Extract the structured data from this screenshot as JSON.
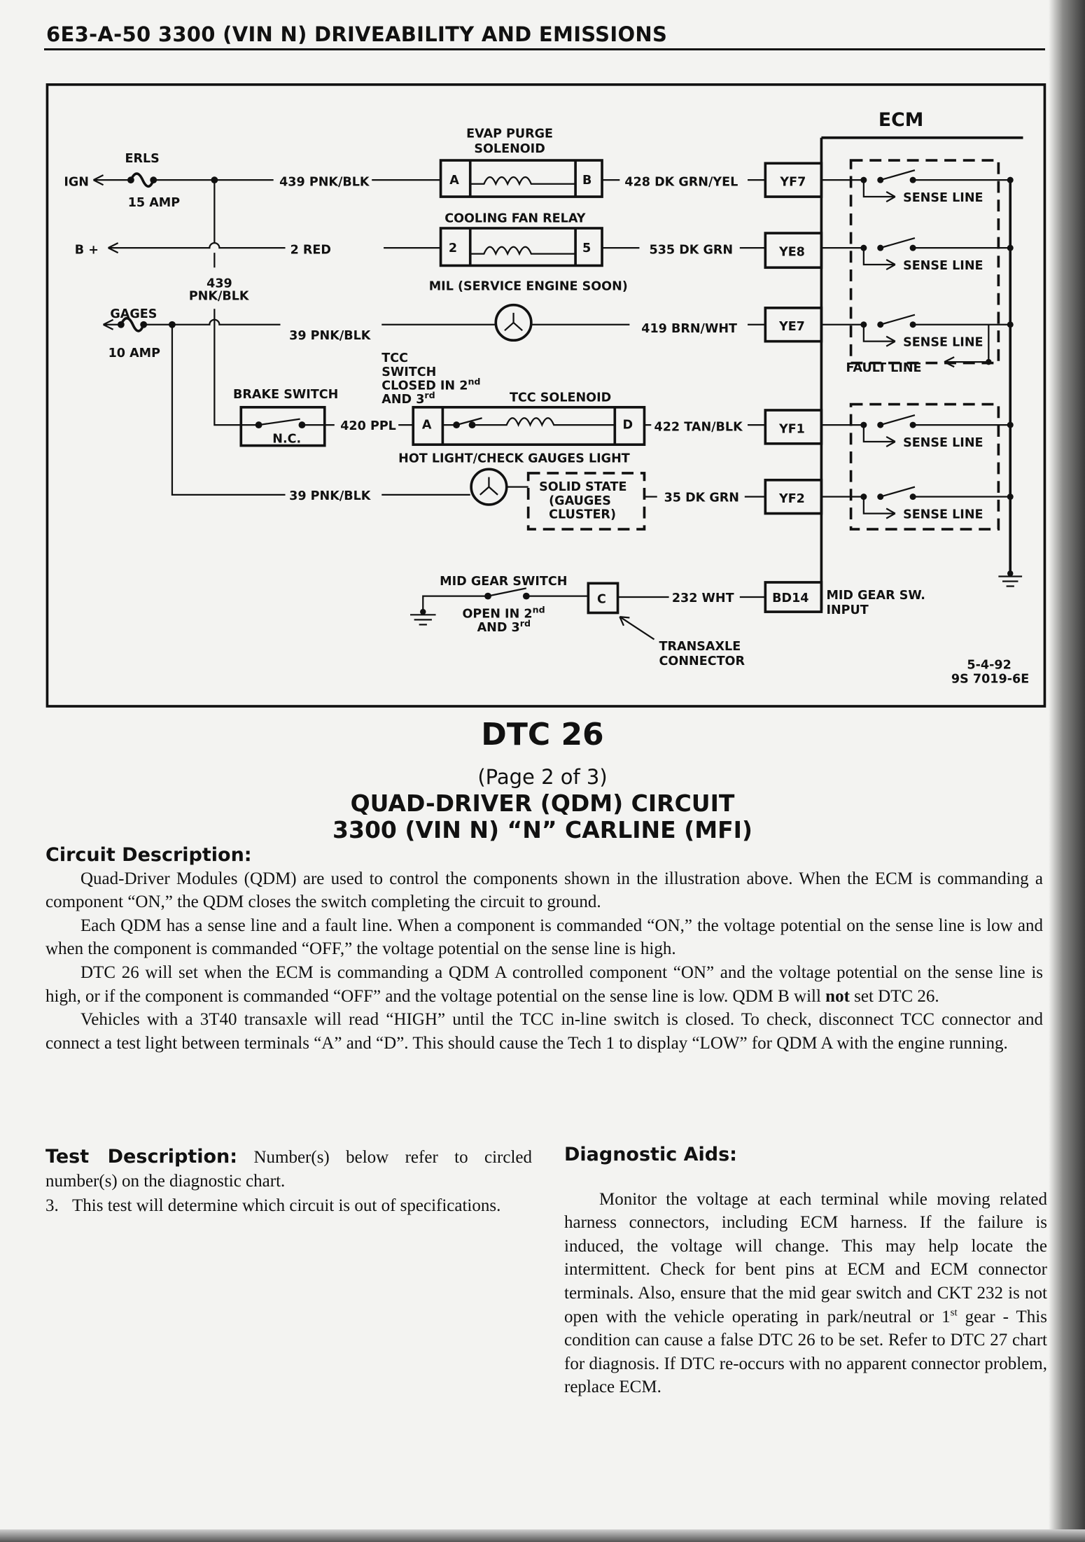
{
  "header": {
    "title": "6E3-A-50  3300 (VIN N)  DRIVEABILITY AND EMISSIONS"
  },
  "diagram": {
    "ign": "IGN",
    "erls": "ERLS",
    "amp15": "15 AMP",
    "w439_top": "439 PNK/BLK",
    "evap1": "EVAP PURGE",
    "evap2": "SOLENOID",
    "evap_a": "A",
    "evap_b": "B",
    "w428": "428 DK GRN/YEL",
    "yf7": "YF7",
    "fan_label": "COOLING FAN RELAY",
    "fan_2": "2",
    "fan_5": "5",
    "bplus": "B +",
    "w2red": "2 RED",
    "w535": "535 DK GRN",
    "ye8": "YE8",
    "w439a": "439",
    "w439b": "PNK/BLK",
    "mil_label": "MIL (SERVICE ENGINE SOON)",
    "gages": "GAGES",
    "amp10": "10 AMP",
    "w39a": "39 PNK/BLK",
    "w419": "419 BRN/WHT",
    "ye7": "YE7",
    "tcc1": "TCC",
    "tcc2": "SWITCH",
    "tcc3": {
      "text": "CLOSED IN 2",
      "sup": "nd"
    },
    "tcc4": {
      "text": "AND 3",
      "sup": "rd"
    },
    "brake": "BRAKE SWITCH",
    "nc": "N.C.",
    "w420": "420 PPL",
    "tcc_sol": "TCC SOLENOID",
    "tcc_a": "A",
    "tcc_d": "D",
    "w422": "422 TAN/BLK",
    "yf1": "YF1",
    "hot_label": "HOT LIGHT/CHECK GAUGES LIGHT",
    "w39b": "39 PNK/BLK",
    "ss1": "SOLID STATE",
    "ss2": "(GAUGES",
    "ss3": "CLUSTER)",
    "w35": "35 DK GRN",
    "yf2": "YF2",
    "ecm": "ECM",
    "sense": "SENSE LINE",
    "fault": "FAULT LINE",
    "mid_label": "MID GEAR SWITCH",
    "open1": {
      "text": "OPEN IN 2",
      "sup": "nd"
    },
    "open2": {
      "text": "AND 3",
      "sup": "rd"
    },
    "conn_c": "C",
    "w232": "232 WHT",
    "bd14": "BD14",
    "midin1": "MID GEAR SW.",
    "midin2": "INPUT",
    "trans1": "TRANSAXLE",
    "trans2": "CONNECTOR",
    "date": "5-4-92",
    "fig": "9S 7019-6E"
  },
  "titles": {
    "dtc": "DTC 26",
    "page": "(Page 2 of 3)",
    "line1": "QUAD-DRIVER (QDM) CIRCUIT",
    "line2": "3300  (VIN N)  “N”  CARLINE  (MFI)"
  },
  "circuit": {
    "heading": "Circuit Description:",
    "p1": "Quad-Driver Modules (QDM) are used to control the components shown in the illustration above.  When the ECM is commanding a component “ON,” the QDM closes the switch completing the circuit to ground.",
    "p2": "Each QDM has a sense line and a fault line.  When a component is commanded “ON,” the voltage potential on the sense line is low and when the component is commanded “OFF,” the voltage potential on the sense line is high.",
    "p3a": "DTC 26 will set when the ECM is commanding a QDM A controlled component “ON” and the voltage potential on the sense line is high, or if the component is commanded “OFF” and the voltage potential on the sense line is low.  QDM B will ",
    "p3b": "not",
    "p3c": " set DTC 26.",
    "p4": "Vehicles with a 3T40 transaxle will read “HIGH” until the TCC in-line switch is closed.  To check, disconnect TCC connector and connect a test light between terminals “A” and “D”.  This should cause the Tech 1 to display “LOW” for QDM A with the engine running."
  },
  "test": {
    "heading": "Test Description:",
    "intro": " Number(s) below refer to circled number(s) on the diagnostic chart.",
    "item_num": "3.",
    "item": "This test will determine which circuit is out of specifications."
  },
  "aids": {
    "heading": "Diagnostic Aids:",
    "text_a": "Monitor the voltage at each terminal while moving related harness connectors, including ECM harness.  If the failure is induced, the voltage will change.  This may help locate the intermittent.  Check for bent pins at ECM and ECM connector terminals.  Also, ensure that the mid gear switch and CKT 232 is not open with the vehicle operating in park/neutral or 1",
    "sup": "st",
    "text_b": " gear - This condition can cause a false DTC 26 to be set.  Refer to DTC 27 chart for diagnosis.  If DTC re-occurs with no apparent connector problem, replace ECM."
  }
}
